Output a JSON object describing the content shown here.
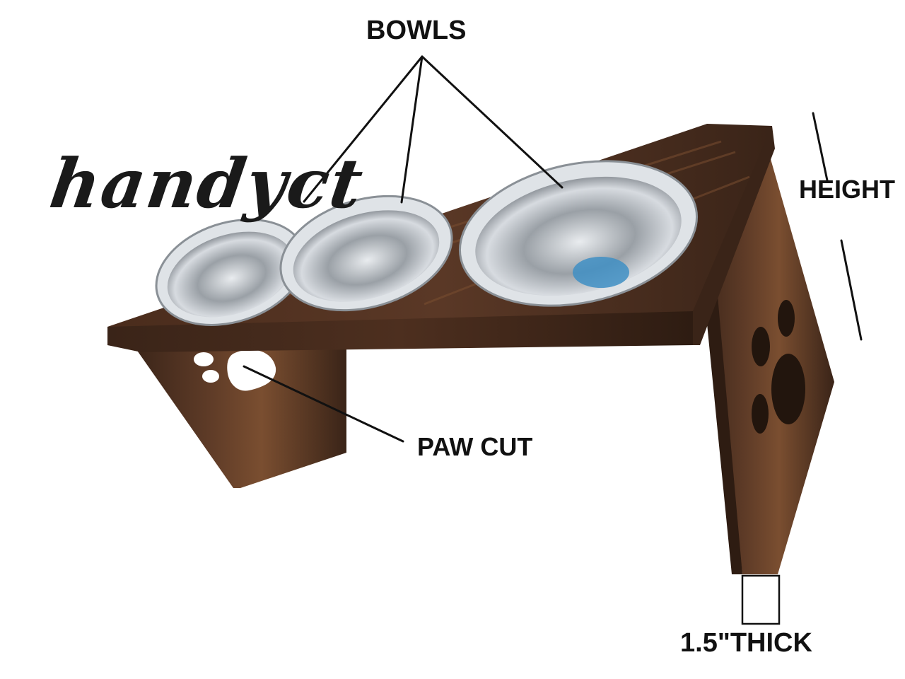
{
  "watermark": {
    "text": "handyct"
  },
  "labels": {
    "bowls": "BOWLS",
    "height": "HEIGHT",
    "paw_cut": "PAW CUT",
    "thickness": "1.5\"THICK"
  },
  "colors": {
    "wood_dark": "#3a2418",
    "wood_mid": "#5a3826",
    "wood_light": "#7a4e30",
    "steel": "#c9cdd2",
    "steel_dark": "#7f858c",
    "label_text": "#111111",
    "leader_line": "#111111"
  }
}
